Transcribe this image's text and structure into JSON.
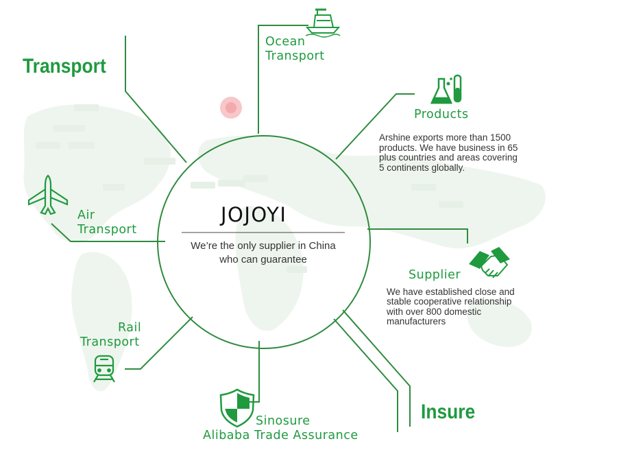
{
  "colors": {
    "accent": "#1f9a3f",
    "line": "#2e8b3e",
    "map": "#edf4ed"
  },
  "header": {
    "title": "Transport"
  },
  "center": {
    "brand": "JOJOYI",
    "tagline_line1": "We’re the only supplier in China",
    "tagline_line2": "who can guarantee"
  },
  "nodes": {
    "ocean": {
      "line1": "Ocean",
      "line2": "Transport",
      "icon": "ship-icon"
    },
    "products": {
      "label": "Products",
      "icon": "flask-icon",
      "desc": [
        "Arshine exports more than 1500",
        "products. We have business in 65",
        "plus countries and areas covering",
        "5 continents globally."
      ]
    },
    "supplier": {
      "label": "Supplier",
      "icon": "handshake-icon",
      "desc": [
        "We have established close and",
        "stable cooperative relationship",
        "with over 800 domestic",
        "manufacturers"
      ]
    },
    "insure": {
      "label": "Insure"
    },
    "sinosure": {
      "line1": "Sinosure",
      "line2": "Alibaba Trade Assurance",
      "icon": "shield-icon"
    },
    "rail": {
      "line1": "Rail",
      "line2": "Transport",
      "icon": "train-icon"
    },
    "air": {
      "line1": "Air",
      "line2": "Transport",
      "icon": "airplane-icon"
    }
  }
}
